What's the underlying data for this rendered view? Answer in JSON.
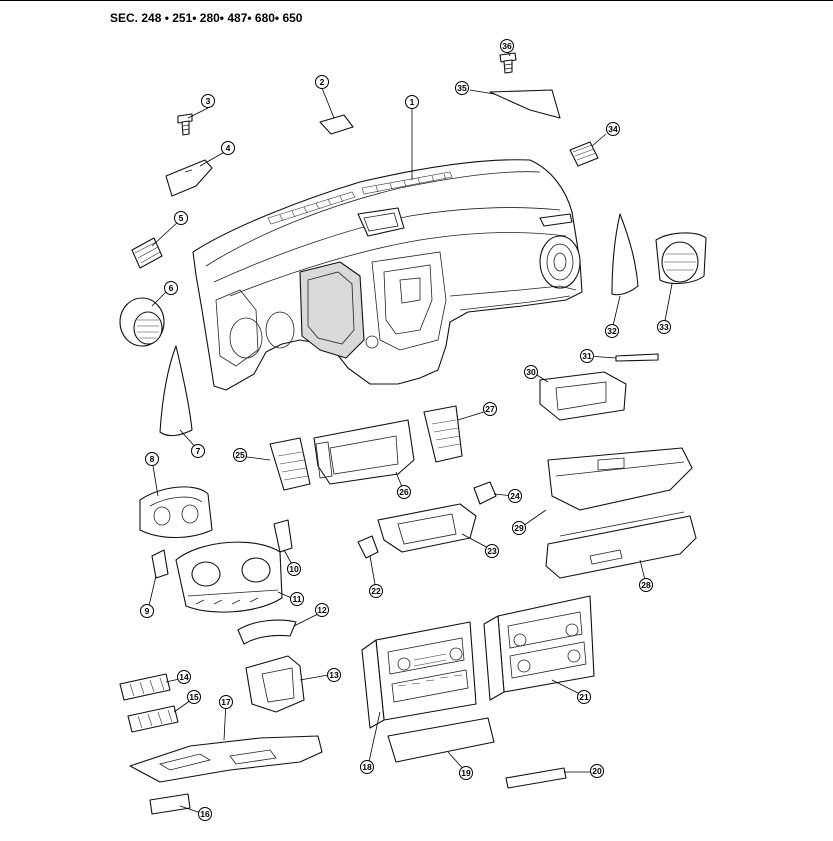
{
  "header": {
    "section_title": "SEC. 248 • 251• 280• 487• 680• 650"
  },
  "callouts": [
    {
      "id": "c1",
      "label": "1"
    },
    {
      "id": "c2",
      "label": "2"
    },
    {
      "id": "c3",
      "label": "3"
    },
    {
      "id": "c4",
      "label": "4"
    },
    {
      "id": "c5",
      "label": "5"
    },
    {
      "id": "c6",
      "label": "6"
    },
    {
      "id": "c7",
      "label": "7"
    },
    {
      "id": "c8",
      "label": "8"
    },
    {
      "id": "c9",
      "label": "9"
    },
    {
      "id": "c10",
      "label": "10"
    },
    {
      "id": "c11",
      "label": "11"
    },
    {
      "id": "c12",
      "label": "12"
    },
    {
      "id": "c13",
      "label": "13"
    },
    {
      "id": "c14",
      "label": "14"
    },
    {
      "id": "c15",
      "label": "15"
    },
    {
      "id": "c16",
      "label": "16"
    },
    {
      "id": "c17",
      "label": "17"
    },
    {
      "id": "c18",
      "label": "18"
    },
    {
      "id": "c19",
      "label": "19"
    },
    {
      "id": "c20",
      "label": "20"
    },
    {
      "id": "c21",
      "label": "21"
    },
    {
      "id": "c22",
      "label": "22"
    },
    {
      "id": "c23",
      "label": "23"
    },
    {
      "id": "c24",
      "label": "24"
    },
    {
      "id": "c25",
      "label": "25"
    },
    {
      "id": "c26",
      "label": "26"
    },
    {
      "id": "c27",
      "label": "27"
    },
    {
      "id": "c28",
      "label": "28"
    },
    {
      "id": "c29",
      "label": "29"
    },
    {
      "id": "c30",
      "label": "30"
    },
    {
      "id": "c31",
      "label": "31"
    },
    {
      "id": "c32",
      "label": "32"
    },
    {
      "id": "c33",
      "label": "33"
    },
    {
      "id": "c34",
      "label": "34"
    },
    {
      "id": "c35",
      "label": "35"
    },
    {
      "id": "c36",
      "label": "36"
    }
  ]
}
